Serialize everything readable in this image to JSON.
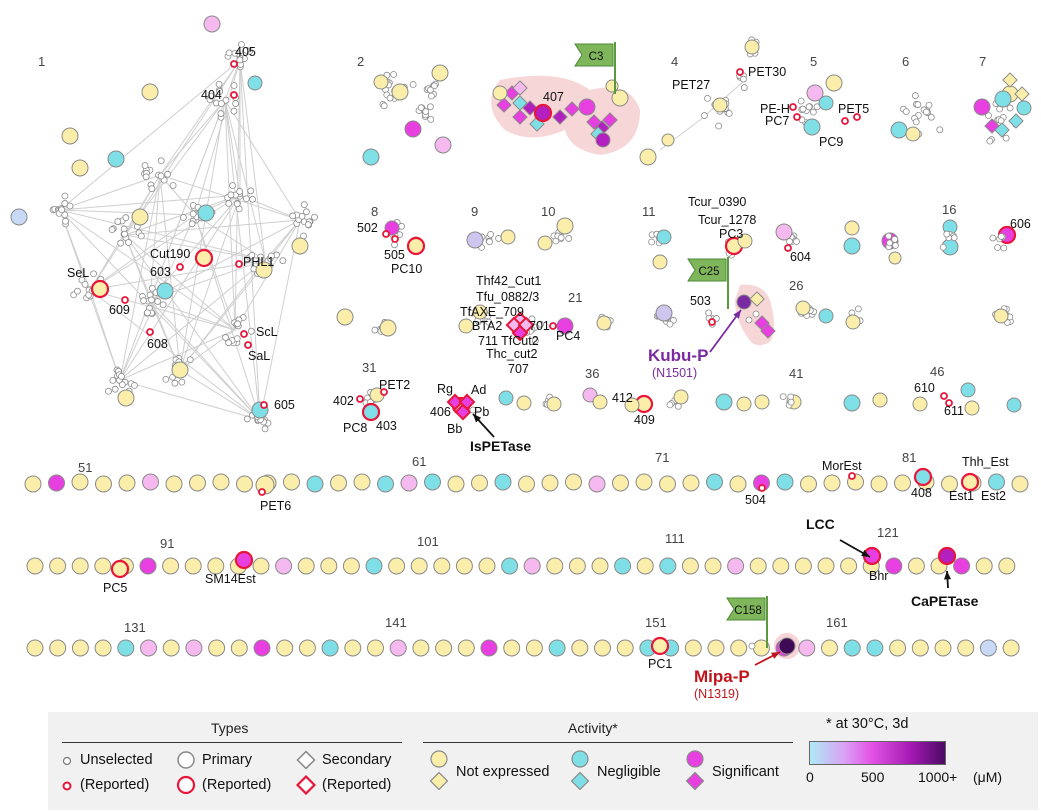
{
  "colors": {
    "not_expressed": "#fbeeab",
    "negligible": "#7fdfe6",
    "significant": "#e840e0",
    "reported": "#e8163a",
    "flag": "#7fb55b",
    "highlight": "#f6cfd0",
    "kubu": "#7a2aa0",
    "mipa": "#c0141c"
  },
  "cluster_numbers": [
    "1",
    "2",
    "4",
    "5",
    "6",
    "7",
    "8",
    "9",
    "10",
    "11",
    "16",
    "21",
    "26",
    "31",
    "36",
    "41",
    "46",
    "51",
    "61",
    "71",
    "81",
    "91",
    "101",
    "111",
    "121",
    "131",
    "141",
    "151",
    "161"
  ],
  "labels": {
    "l405": "405",
    "l404": "404",
    "l407": "407",
    "PET27": "PET27",
    "PET30": "PET30",
    "PEH": "PE-H",
    "PET5": "PET5",
    "PC7": "PC7",
    "PC9": "PC9",
    "Cut190": "Cut190",
    "PHL1": "PHL1",
    "l603": "603",
    "SeL": "SeL",
    "l609": "609",
    "l608": "608",
    "ScL": "ScL",
    "SaL": "SaL",
    "l605": "605",
    "l502": "502",
    "l505": "505",
    "PC10": "PC10",
    "Tcur0390": "Tcur_0390",
    "Tcur1278": "Tcur_1278",
    "PC3": "PC3",
    "l604": "604",
    "l606": "606",
    "Thf42": "Thf42_Cut1",
    "Tfu0882": "Tfu_0882/3",
    "TfAXE": "TfAXE_709",
    "BTA2": "BTA2",
    "l701": "701",
    "PC4": "PC4",
    "TfCut2": "711 TfCut2",
    "Thc_cut2": "Thc_cut2",
    "l707": "707",
    "l503": "503",
    "PET2": "PET2",
    "l402": "402",
    "PC8": "PC8",
    "l403": "403",
    "Rg": "Rg",
    "Ad": "Ad",
    "l406": "406",
    "Pb": "Pb",
    "Bb": "Bb",
    "l412": "412",
    "l409": "409",
    "l610": "610",
    "l611": "611",
    "PET6": "PET6",
    "l504": "504",
    "MorEst": "MorEst",
    "l408": "408",
    "Thh_Est": "Thh_Est",
    "Est1": "Est1",
    "Est2": "Est2",
    "PC5": "PC5",
    "SM14Est": "SM14Est",
    "Bhr": "Bhr",
    "PC1": "PC1"
  },
  "flags": {
    "c3": "C3",
    "c25": "C25",
    "c158": "C158"
  },
  "callouts": {
    "kubu_name": "Kubu-P",
    "kubu_id": "(N1501)",
    "mipa_name": "Mipa-P",
    "mipa_id": "(N1319)",
    "ispetase": "IsPETase",
    "lcc": "LCC",
    "capetase": "CaPETase"
  },
  "legend": {
    "types_header": "Types",
    "activity_header": "Activity*",
    "unselected": "Unselected",
    "primary": "Primary",
    "secondary": "Secondary",
    "reported": "(Reported)",
    "not_expressed": "Not expressed",
    "negligible": "Negligible",
    "significant": "Significant",
    "note": "* at 30°C, 3d",
    "cb_min": "0",
    "cb_mid": "500",
    "cb_max": "1000+",
    "cb_unit": "(μM)"
  }
}
